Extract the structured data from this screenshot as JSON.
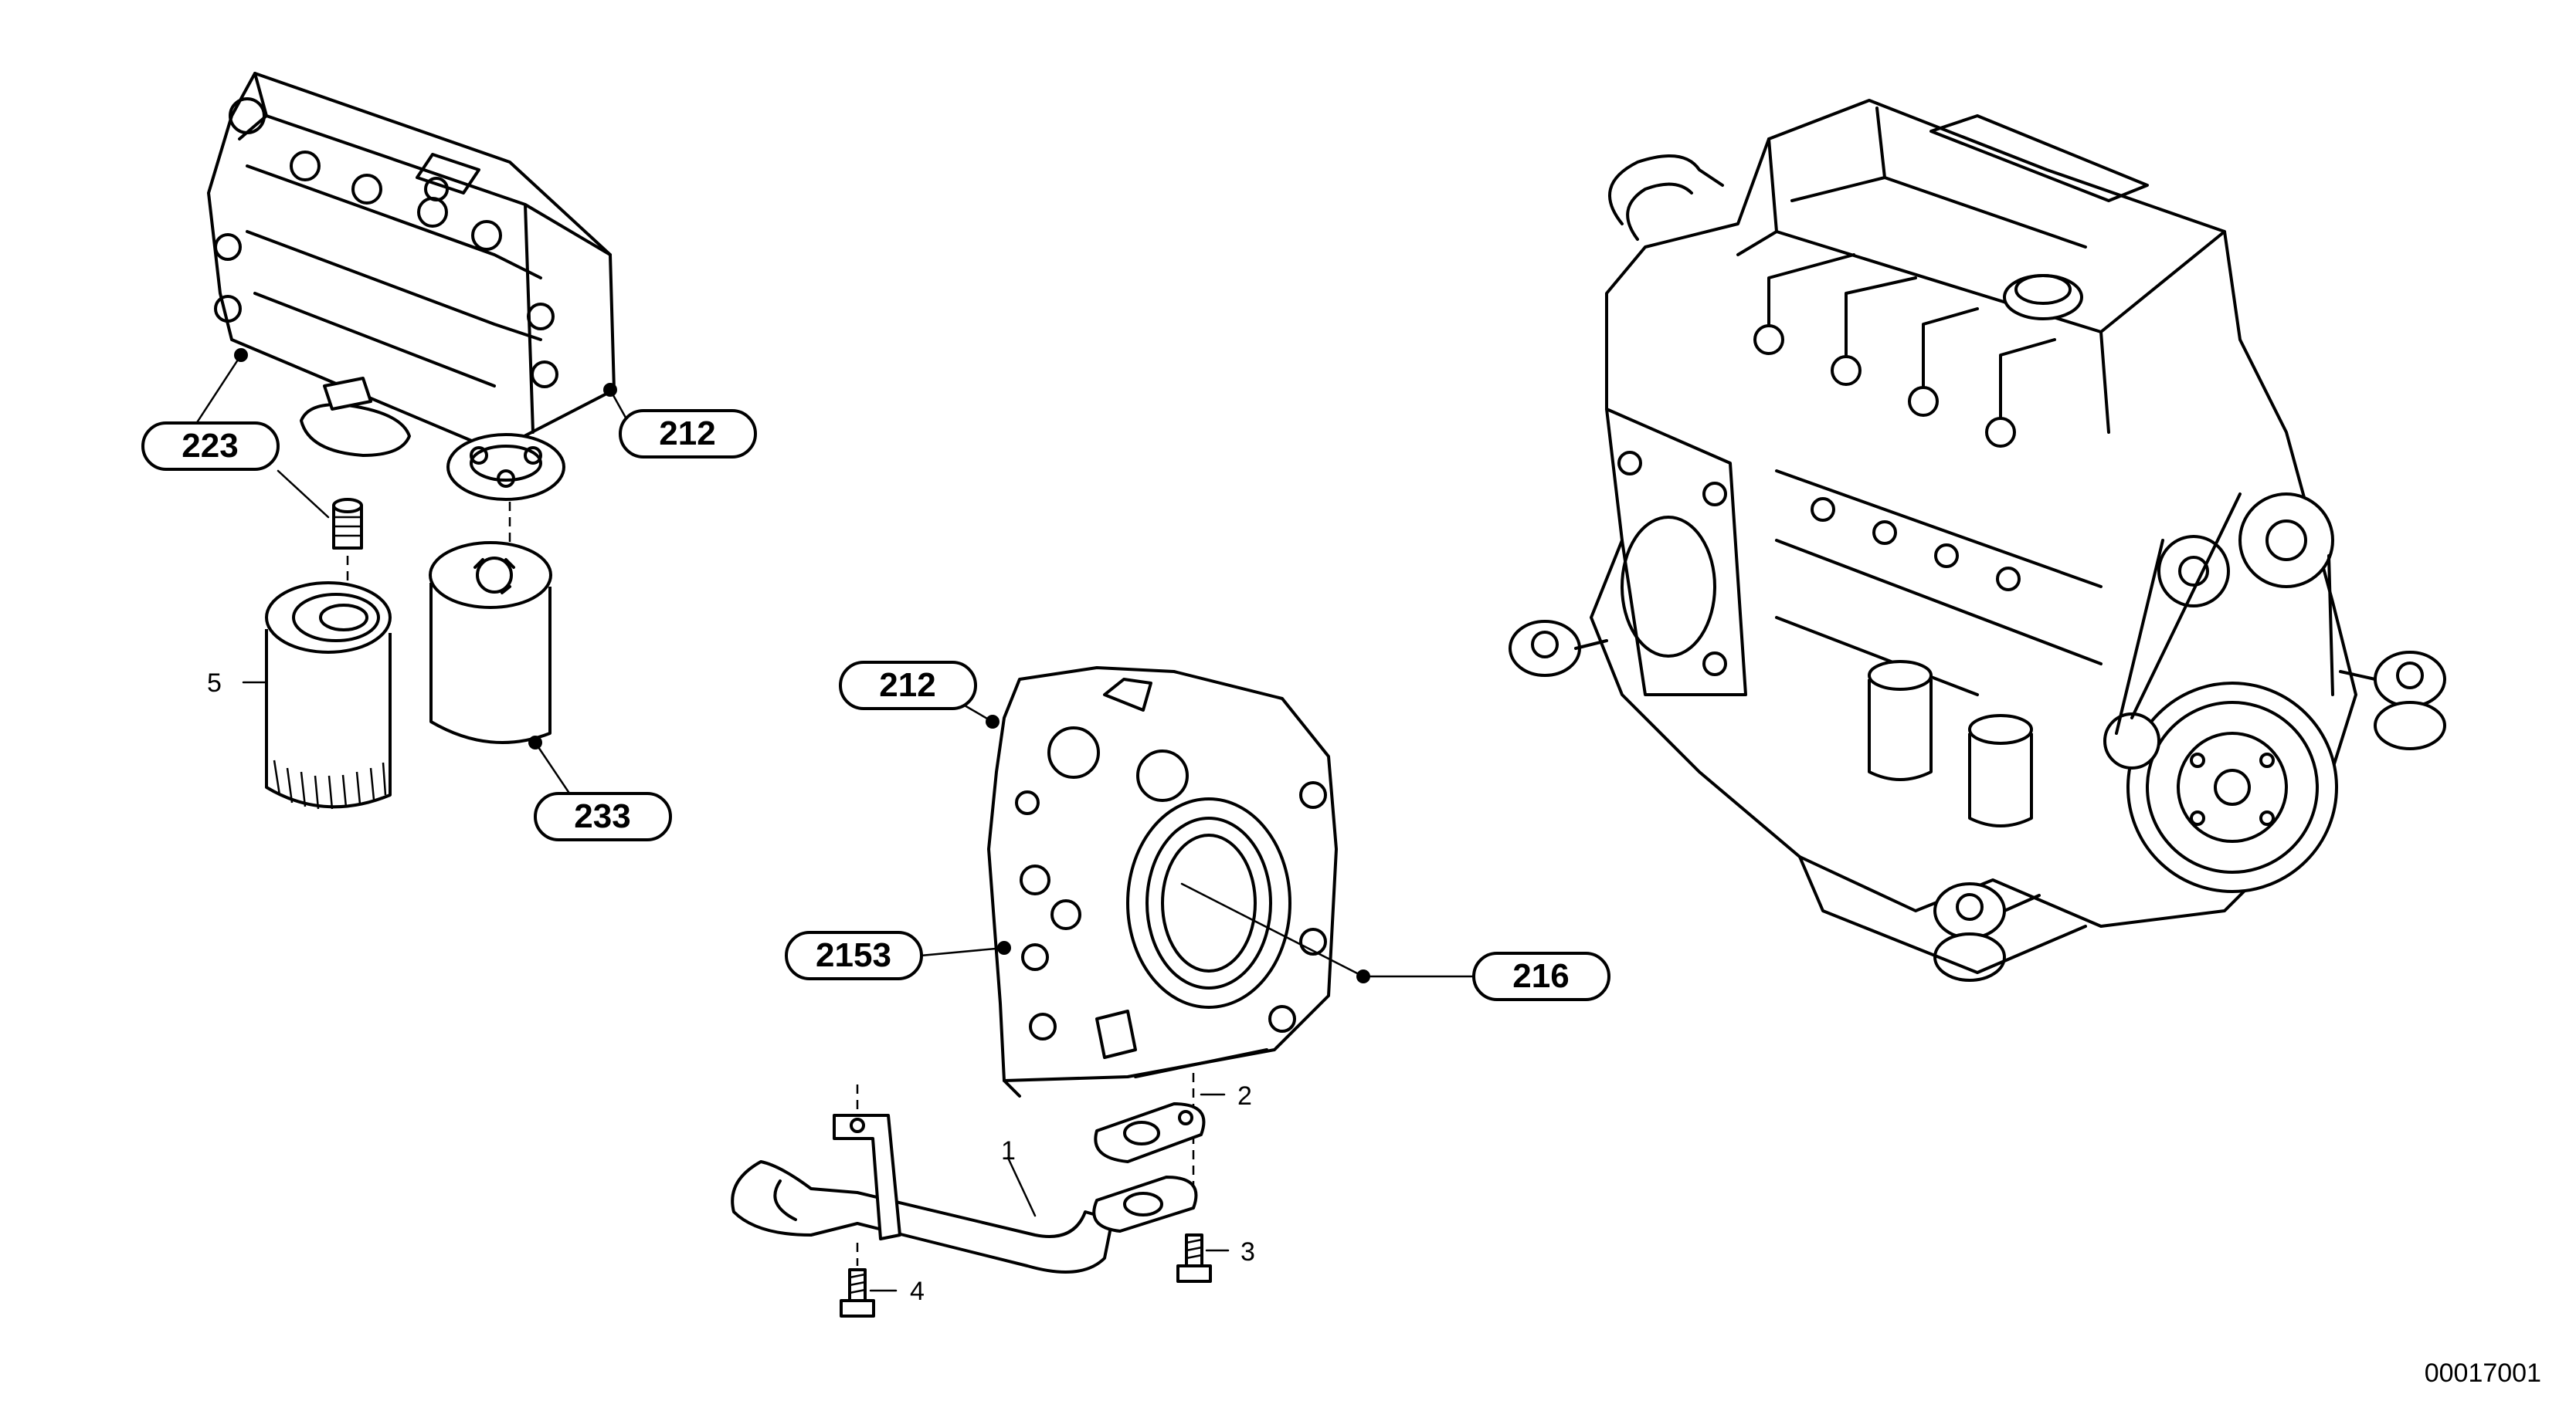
{
  "diagram": {
    "drawing_number": "00017001",
    "callouts": {
      "c223": "223",
      "c212_top": "212",
      "c233": "233",
      "c212_mid": "212",
      "c2153": "2153",
      "c216": "216"
    },
    "item_numbers": {
      "n1": "1",
      "n2": "2",
      "n3": "3",
      "n4": "4",
      "n5": "5"
    }
  }
}
